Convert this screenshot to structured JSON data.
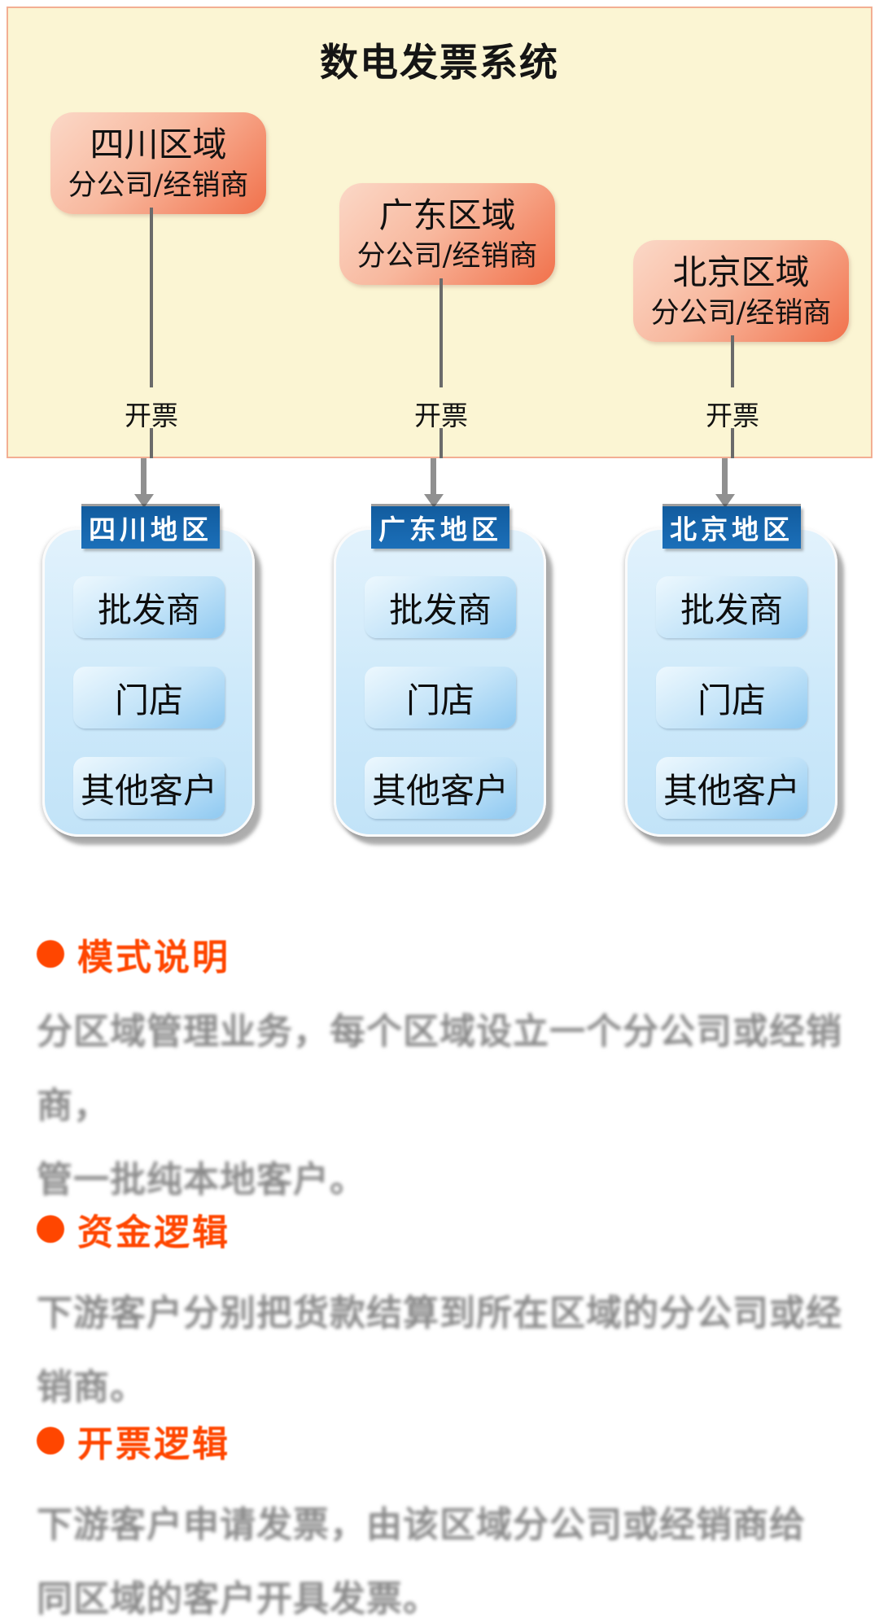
{
  "title": "数电发票系统",
  "colors": {
    "panel_background": "#FBF5D3",
    "panel_border": "#F3AE93",
    "region_box_gradient_start": "#FBD8C7",
    "region_box_gradient_end": "#F1714B",
    "area_tab_blue": "#1767B1",
    "area_card_blue": "#CDE9FA",
    "area_item_blue": "#8FC9F1",
    "connector_gray": "#6a6a6a",
    "arrow_gray": "#909090",
    "note_accent_orange": "#FF4600",
    "note_body_gray": "#8a8a8a"
  },
  "top_panel": {
    "regions": [
      {
        "name": "四川区域",
        "subtitle": "分公司/经销商",
        "edge_label": "开票"
      },
      {
        "name": "广东区域",
        "subtitle": "分公司/经销商",
        "edge_label": "开票"
      },
      {
        "name": "北京区域",
        "subtitle": "分公司/经销商",
        "edge_label": "开票"
      }
    ]
  },
  "areas": [
    {
      "header": "四川地区",
      "items": [
        "批发商",
        "门店",
        "其他客户"
      ]
    },
    {
      "header": "广东地区",
      "items": [
        "批发商",
        "门店",
        "其他客户"
      ]
    },
    {
      "header": "北京地区",
      "items": [
        "批发商",
        "门店",
        "其他客户"
      ]
    }
  ],
  "notes": [
    {
      "heading": "模式说明",
      "body": [
        "分区域管理业务，每个区域设立一个分公司或经销商，",
        "管一批纯本地客户。"
      ]
    },
    {
      "heading": "资金逻辑",
      "body": [
        "下游客户分别把货款结算到所在区域的分公司或经销商。"
      ]
    },
    {
      "heading": "开票逻辑",
      "body": [
        "下游客户申请发票，由该区域分公司或经销商给",
        "同区域的客户开具发票。"
      ]
    }
  ]
}
